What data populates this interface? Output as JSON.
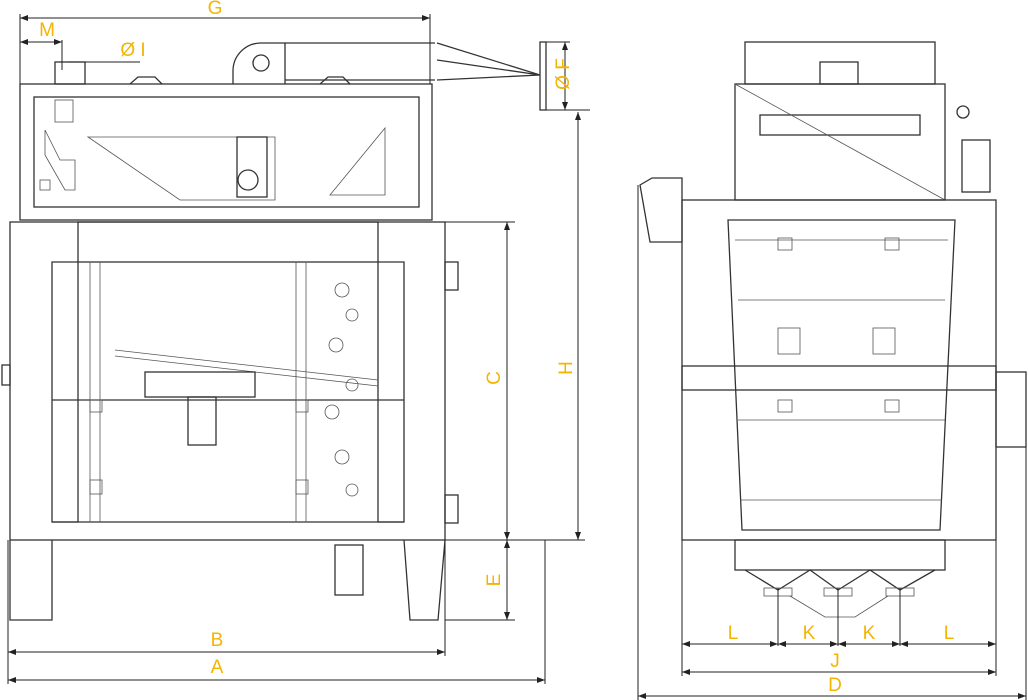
{
  "drawing": {
    "accent_color": "#f5b400",
    "side_view": {
      "labels": {
        "G": "G",
        "M": "M",
        "I": "Ø I",
        "F": "Ø F",
        "H": "H",
        "C": "C",
        "E": "E",
        "B": "B",
        "A": "A"
      }
    },
    "front_view": {
      "labels": {
        "L1": "L",
        "K1": "K",
        "K2": "K",
        "L2": "L",
        "J": "J",
        "D": "D"
      }
    }
  }
}
